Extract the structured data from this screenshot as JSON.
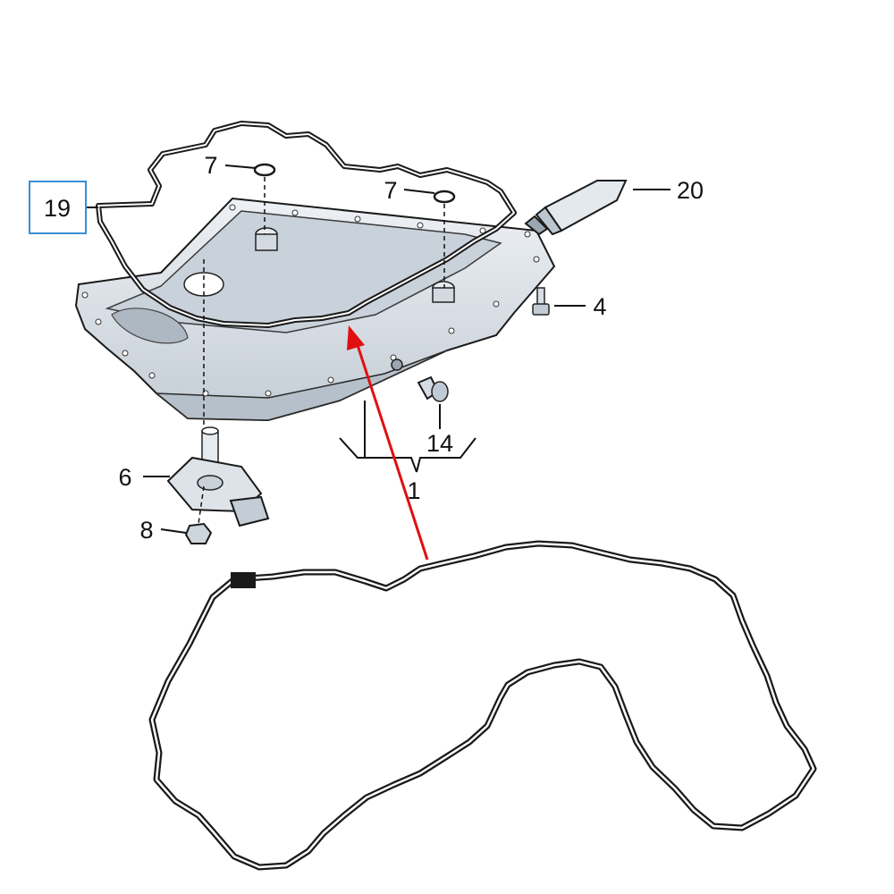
{
  "callouts": {
    "housing": "1",
    "bolt": "4",
    "sensor": "6",
    "seal_left": "7",
    "seal_right": "7",
    "nut": "8",
    "drain_plug": "14",
    "gasket": "19",
    "sealant": "20"
  },
  "colors": {
    "highlight_box": "#3a8fd8",
    "arrow": "#e01010",
    "part_fill": "#dfe5ec",
    "part_shade": "#b9c3cd",
    "line": "#111111"
  }
}
